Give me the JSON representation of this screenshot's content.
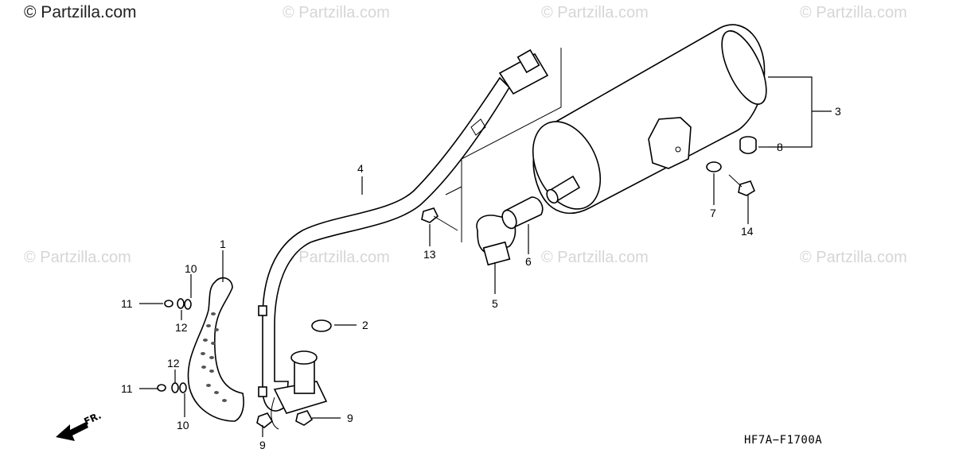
{
  "watermarks": {
    "main": "© Partzilla.com",
    "faint": "© Partzilla.com"
  },
  "callouts": {
    "c1": "1",
    "c2": "2",
    "c3": "3",
    "c4": "4",
    "c5": "5",
    "c6": "6",
    "c7": "7",
    "c8": "8",
    "c9a": "9",
    "c9b": "9",
    "c10a": "10",
    "c10b": "10",
    "c11a": "11",
    "c11b": "11",
    "c12a": "12",
    "c12b": "12",
    "c13": "13",
    "c14": "14"
  },
  "direction_label": "FR.",
  "diagram_code": "HF7A−F1700A"
}
